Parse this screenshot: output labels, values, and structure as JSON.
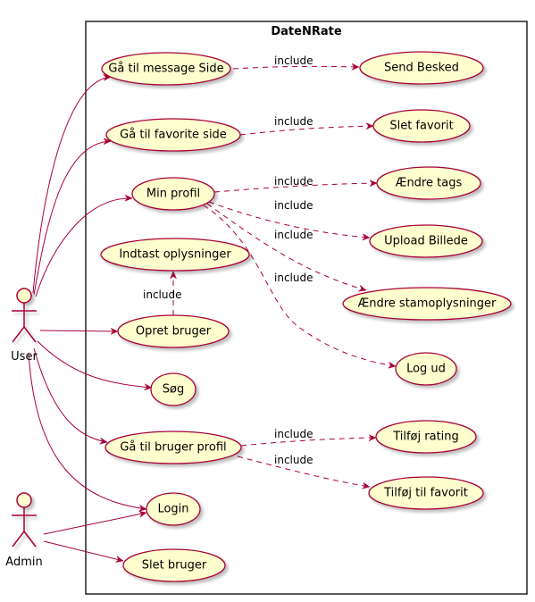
{
  "system": {
    "title": "DateNRate"
  },
  "actors": [
    {
      "id": "user",
      "label": "User"
    },
    {
      "id": "admin",
      "label": "Admin"
    }
  ],
  "usecases": [
    {
      "id": "msg",
      "label": "Gå til message Side"
    },
    {
      "id": "send",
      "label": "Send Besked"
    },
    {
      "id": "fav",
      "label": "Gå til favorite side"
    },
    {
      "id": "slet_fav",
      "label": "Slet favorit"
    },
    {
      "id": "profil",
      "label": "Min profil"
    },
    {
      "id": "tags",
      "label": "Ændre tags"
    },
    {
      "id": "upload",
      "label": "Upload Billede"
    },
    {
      "id": "stamo",
      "label": "Ændre stamoplysninger"
    },
    {
      "id": "logud",
      "label": "Log ud"
    },
    {
      "id": "indtast",
      "label": "Indtast oplysninger"
    },
    {
      "id": "opret",
      "label": "Opret bruger"
    },
    {
      "id": "sog",
      "label": "Søg"
    },
    {
      "id": "bprofil",
      "label": "Gå til bruger profil"
    },
    {
      "id": "rating",
      "label": "Tilføj rating"
    },
    {
      "id": "tilfav",
      "label": "Tilføj til favorit"
    },
    {
      "id": "login",
      "label": "Login"
    },
    {
      "id": "sletb",
      "label": "Slet bruger"
    }
  ],
  "associations": [
    {
      "from": "user",
      "to": "msg"
    },
    {
      "from": "user",
      "to": "fav"
    },
    {
      "from": "user",
      "to": "profil"
    },
    {
      "from": "user",
      "to": "opret"
    },
    {
      "from": "user",
      "to": "sog"
    },
    {
      "from": "user",
      "to": "bprofil"
    },
    {
      "from": "user",
      "to": "login"
    },
    {
      "from": "admin",
      "to": "login"
    },
    {
      "from": "admin",
      "to": "sletb"
    }
  ],
  "includes": [
    {
      "from": "msg",
      "to": "send",
      "label": "include"
    },
    {
      "from": "fav",
      "to": "slet_fav",
      "label": "include"
    },
    {
      "from": "profil",
      "to": "tags",
      "label": "include"
    },
    {
      "from": "profil",
      "to": "upload",
      "label": "include"
    },
    {
      "from": "profil",
      "to": "stamo",
      "label": "include"
    },
    {
      "from": "profil",
      "to": "logud",
      "label": "include"
    },
    {
      "from": "opret",
      "to": "indtast",
      "label": "include"
    },
    {
      "from": "bprofil",
      "to": "rating",
      "label": "include"
    },
    {
      "from": "bprofil",
      "to": "tilfav",
      "label": "include"
    }
  ],
  "colors": {
    "usecase_fill": "#FEFECE",
    "stroke": "#A80036",
    "frame": "#000000",
    "shadow": "#cccccc"
  }
}
